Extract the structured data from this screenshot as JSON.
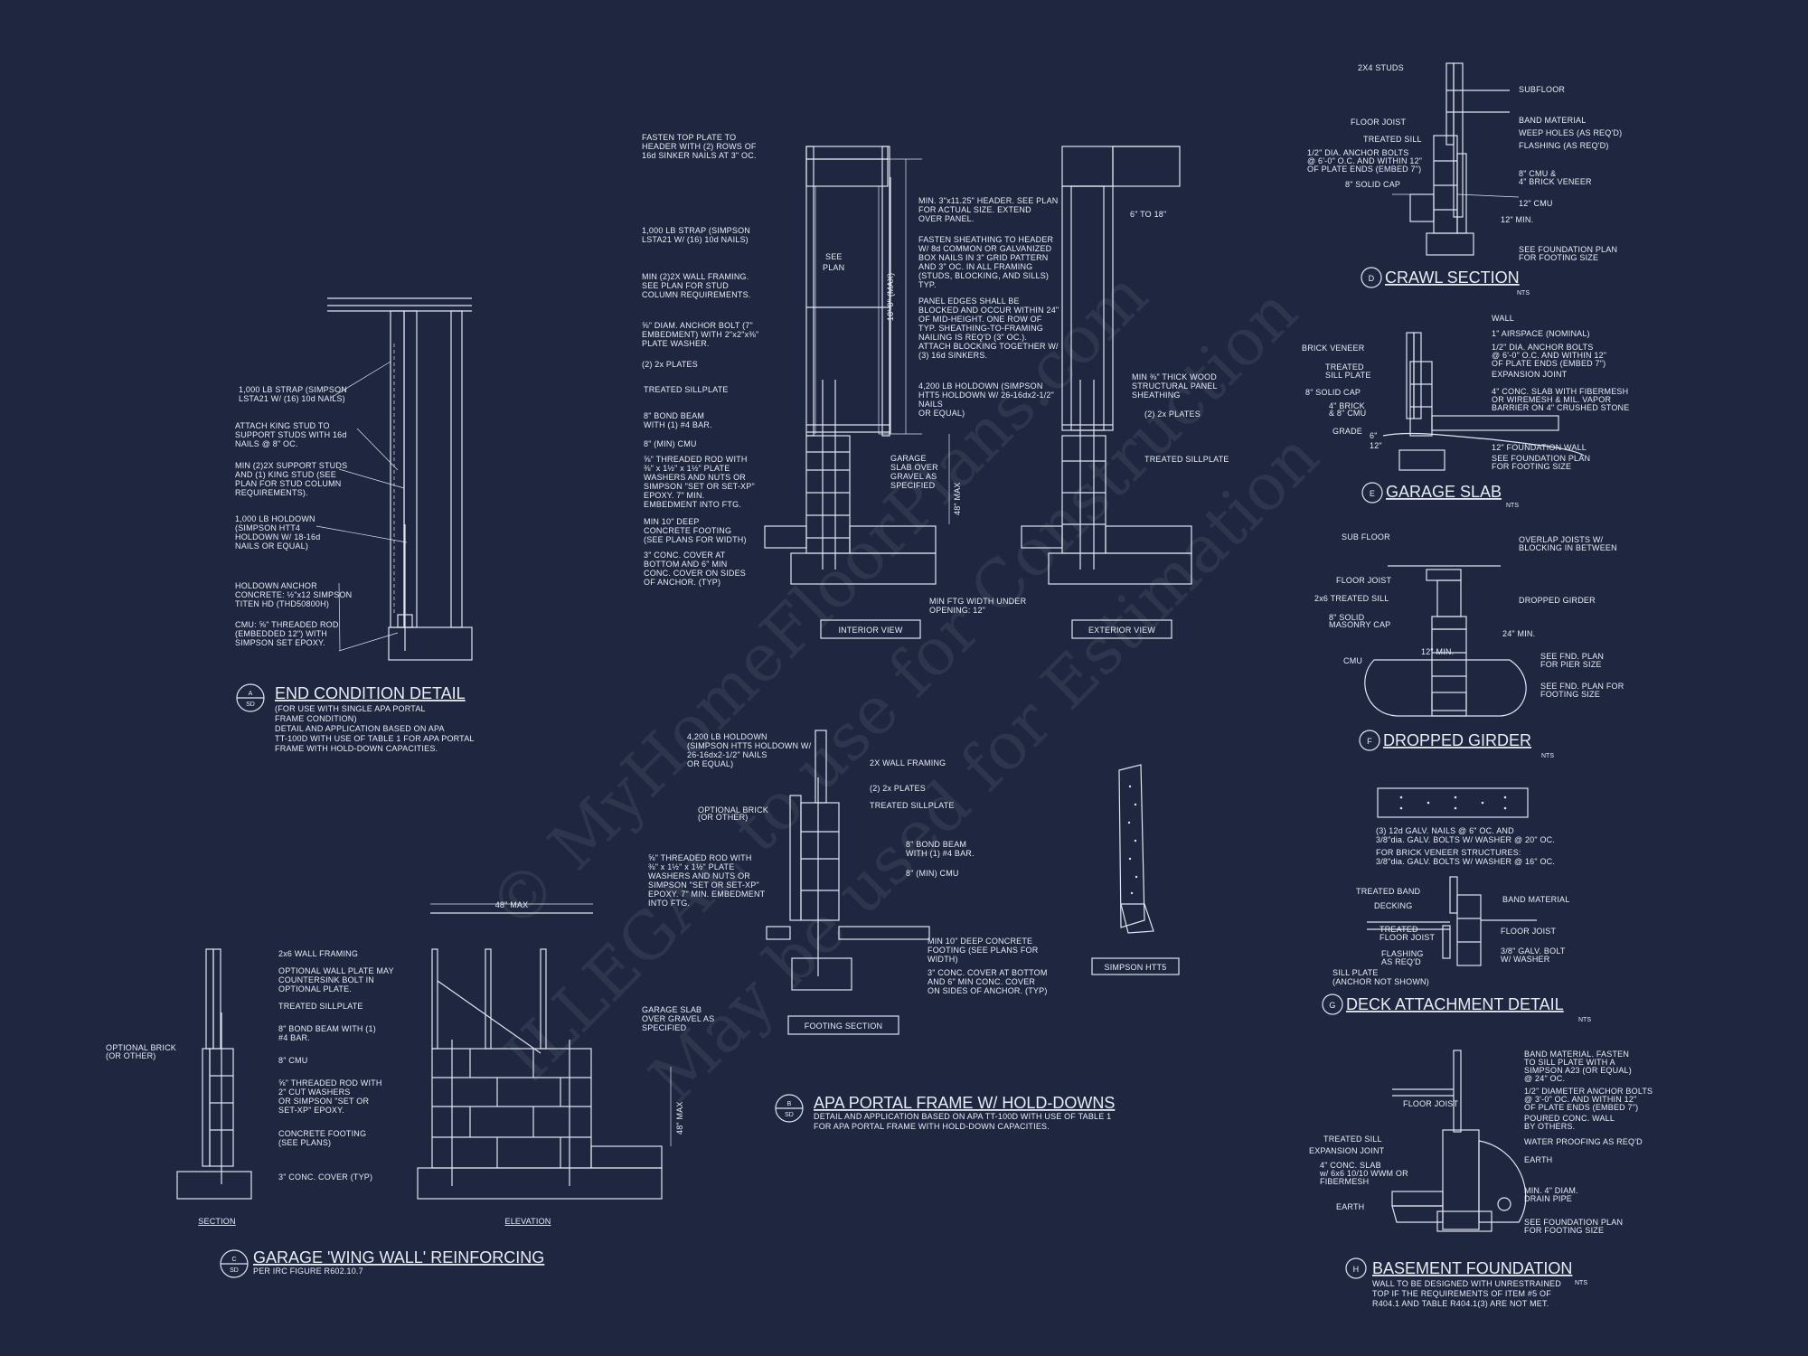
{
  "watermark": {
    "line1": "© MyHomeFloorPlans.com",
    "line2": "ILLEGAL to use for Construction",
    "line3": "May be used for Estimation"
  },
  "detailA": {
    "badge_top": "A",
    "badge_bottom": "SD",
    "title": "END CONDITION DETAIL",
    "desc1": "(FOR USE WITH SINGLE APA PORTAL",
    "desc2": "FRAME CONDITION)",
    "desc3": "DETAIL AND APPLICATION BASED ON APA",
    "desc4": "TT-100D WITH USE OF TABLE 1 FOR APA PORTAL",
    "desc5": "FRAME WITH HOLD-DOWN CAPACITIES.",
    "notes": [
      "1,000 LB STRAP (SIMPSON",
      "LSTA21 W/ (16) 10d NAILS)",
      "ATTACH KING STUD TO",
      "SUPPORT STUDS WITH 16d",
      "NAILS @ 8\" OC.",
      "MIN (2)2X SUPPORT STUDS",
      "AND (1) KING STUD (SEE",
      "PLAN FOR STUD COLUMN",
      "REQUIREMENTS).",
      "1,000 LB HOLDOWN",
      "(SIMPSON HTT4",
      "HOLDOWN W/ 18-16d",
      "NAILS OR EQUAL)",
      "HOLDOWN ANCHOR",
      "CONCRETE: ½\"x12 SIMPSON",
      "TITEN HD (THD50800H)",
      "CMU: ⅝\" THREADED ROD",
      "(EMBEDDED 12\") WITH",
      "SIMPSON SET EPOXY."
    ]
  },
  "detailB": {
    "badge_top": "B",
    "badge_bottom": "SD",
    "title": "APA PORTAL FRAME W/ HOLD-DOWNS",
    "desc1": "DETAIL AND APPLICATION BASED ON APA TT-100D WITH USE OF TABLE 1",
    "desc2": "FOR APA PORTAL FRAME WITH HOLD-DOWN CAPACITIES.",
    "interior_label": "INTERIOR VIEW",
    "exterior_label": "EXTERIOR VIEW",
    "footing_label": "FOOTING SECTION",
    "simpson_label": "SIMPSON HTT5",
    "interior_notes": [
      "FASTEN TOP PLATE TO",
      "HEADER WITH (2) ROWS OF",
      "16d SINKER NAILS AT 3\" OC.",
      "1,000 LB STRAP (SIMPSON",
      "LSTA21 W/ (16) 10d NAILS)",
      "MIN (2)2X WALL FRAMING.",
      "SEE PLAN FOR STUD",
      "COLUMN REQUIREMENTS.",
      "⅝\" DIAM. ANCHOR BOLT (7\"",
      "EMBEDMENT) WITH 2\"x2\"x⅜\"",
      "PLATE WASHER.",
      "(2) 2x PLATES",
      "TREATED SILLPLATE",
      "8\" BOND BEAM",
      "WITH (1) #4 BAR.",
      "8\" (MIN) CMU",
      "⅝\" THREADED ROD WITH",
      "⅜\" x 1½\" x 1½\" PLATE",
      "WASHERS AND NUTS OR",
      "SIMPSON \"SET OR SET-XP\"",
      "EPOXY.  7\" MIN.",
      "EMBEDMENT INTO FTG.",
      "MIN 10\" DEEP",
      "CONCRETE FOOTING",
      "(SEE PLANS FOR WIDTH)",
      "3\" CONC. COVER AT",
      "BOTTOM AND 6\" MIN",
      "CONC. COVER ON SIDES",
      "OF ANCHOR. (TYP)"
    ],
    "middle_notes": [
      "MIN. 3\"x11.25\" HEADER. SEE PLAN",
      "FOR ACTUAL SIZE. EXTEND",
      "OVER PANEL.",
      "FASTEN SHEATHING TO HEADER",
      "W/ 8d COMMON OR GALVANIZED",
      "BOX NAILS IN 3\" GRID PATTERN",
      "AND 3\" OC. IN ALL FRAMING",
      "(STUDS, BLOCKING, AND SILLS)",
      "TYP.",
      "PANEL EDGES SHALL BE",
      "BLOCKED AND OCCUR WITHIN 24\"",
      "OF MID-HEIGHT.  ONE ROW OF",
      "TYP. SHEATHING-TO-FRAMING",
      "NAILING IS REQ'D (3\" OC.).",
      "ATTACH BLOCKING TOGETHER W/",
      "(3) 16d SINKERS.",
      "4,200 LB HOLDOWN (SIMPSON",
      "HTT5 HOLDOWN W/ 26-16dx2-1/2\"",
      "NAILS",
      "OR EQUAL)",
      "GARAGE",
      "SLAB OVER",
      "GRAVEL AS",
      "SPECIFIED",
      "MIN FTG WIDTH UNDER",
      "OPENING: 12\"",
      "SEE",
      "PLAN",
      "10'-0\" (MAX)",
      "48\" MAX"
    ],
    "exterior_notes": [
      "6\" TO 18\"",
      "MIN ⅜\" THICK WOOD",
      "STRUCTURAL PANEL",
      "SHEATHING",
      "(2) 2x PLATES",
      "TREATED SILLPLATE"
    ],
    "footing_notes": [
      "4,200 LB HOLDOWN",
      "(SIMPSON HTT5 HOLDOWN W/",
      "26-16dx2-1/2\" NAILS",
      "OR EQUAL)",
      "2X WALL FRAMING",
      "(2) 2x PLATES",
      "TREATED SILLPLATE",
      "OPTIONAL BRICK",
      "(OR OTHER)",
      "8\" BOND BEAM",
      "WITH (1) #4 BAR.",
      "8\" (MIN) CMU",
      "⅝\" THREADED ROD WITH",
      "⅜\" x 1½\" x 1½\" PLATE",
      "WASHERS AND NUTS OR",
      "SIMPSON \"SET OR SET-XP\"",
      "EPOXY.  7\" MIN. EMBEDMENT",
      "INTO FTG.",
      "MIN 10\" DEEP CONCRETE",
      "FOOTING (SEE PLANS FOR",
      "WIDTH)",
      "3\" CONC. COVER AT BOTTOM",
      "AND 6\" MIN CONC. COVER",
      "ON SIDES OF ANCHOR. (TYP)"
    ]
  },
  "detailC": {
    "badge_top": "C",
    "badge_bottom": "SD",
    "title": "GARAGE 'WING WALL' REINFORCING",
    "subtitle": "PER IRC FIGURE R602.10.7",
    "section_label": "SECTION",
    "elevation_label": "ELEVATION",
    "dim_top": "48\" MAX",
    "dim_side": "48\" MAX",
    "notes": [
      "2x6 WALL FRAMING",
      "OPTIONAL WALL PLATE MAY",
      "COUNTERSINK BOLT IN",
      "OPTIONAL PLATE.",
      "TREATED SILLPLATE",
      "8\" BOND BEAM WITH (1)",
      "#4 BAR.",
      "8\" CMU",
      "⅝\" THREADED ROD WITH",
      "2\" CUT WASHERS",
      "OR SIMPSON \"SET OR",
      "SET-XP\" EPOXY.",
      "CONCRETE FOOTING",
      "(SEE PLANS)",
      "3\" CONC. COVER (TYP)",
      "OPTIONAL BRICK",
      "(OR OTHER)",
      "GARAGE SLAB",
      "OVER GRAVEL AS",
      "SPECIFIED"
    ]
  },
  "detailD": {
    "badge": "D",
    "title": "CRAWL SECTION",
    "nts": "NTS",
    "notes": [
      "2X4 STUDS",
      "SUBFLOOR",
      "FLOOR JOIST",
      "BAND MATERIAL",
      "TREATED SILL",
      "WEEP HOLES (AS REQ'D)",
      "FLASHING (AS REQ'D)",
      "1/2\" DIA. ANCHOR BOLTS",
      "@ 6'-0\" O.C. AND WITHIN 12\"",
      "OF PLATE ENDS (EMBED 7\")",
      "8\" CMU &",
      "4\" BRICK VENEER",
      "8\" SOLID CAP",
      "12\" CMU",
      "12\" MIN.",
      "SEE FOUNDATION PLAN",
      "FOR FOOTING SIZE"
    ]
  },
  "detailE": {
    "badge": "E",
    "title": "GARAGE SLAB",
    "nts": "NTS",
    "notes": [
      "WALL",
      "1\" AIRSPACE (NOMINAL)",
      "BRICK VENEER",
      "1/2\" DIA. ANCHOR BOLTS",
      "@ 6'-0\" O.C. AND WITHIN 12\"",
      "OF PLATE ENDS (EMBED 7\")",
      "TREATED",
      "SILL PLATE",
      "EXPANSION JOINT",
      "8\" SOLID CAP",
      "4\" CONC. SLAB WITH FIBERMESH",
      "OR WIREMESH & MIL. VAPOR",
      "BARRIER ON 4\" CRUSHED STONE",
      "4\" BRICK",
      "& 8\" CMU",
      "GRADE",
      "6\"",
      "12\"",
      "12\" FOUNDATION WALL",
      "SEE FOUNDATION PLAN",
      "FOR FOOTING SIZE"
    ]
  },
  "detailF": {
    "badge": "F",
    "title": "DROPPED GIRDER",
    "nts": "NTS",
    "notes": [
      "SUB FLOOR",
      "OVERLAP JOISTS W/",
      "BLOCKING IN BETWEEN",
      "FLOOR JOIST",
      "2x6 TREATED SILL",
      "DROPPED GIRDER",
      "8\" SOLID",
      "MASONRY CAP",
      "24\" MIN.",
      "12\" MIN.",
      "CMU",
      "SEE FND. PLAN",
      "FOR PIER SIZE",
      "SEE FND. PLAN FOR",
      "FOOTING SIZE"
    ]
  },
  "detailG": {
    "badge": "G",
    "title": "DECK ATTACHMENT DETAIL",
    "nts": "NTS",
    "notes": [
      "(3) 12d GALV. NAILS @ 6\" OC. AND",
      "3/8\"dia. GALV. BOLTS W/ WASHER @ 20\" OC.",
      "FOR BRICK VENEER STRUCTURES:",
      "3/8\"dia. GALV. BOLTS W/ WASHER @ 16\" OC.",
      "TREATED BAND",
      "BAND MATERIAL",
      "DECKING",
      "FLOOR JOIST",
      "TREATED",
      "FLOOR JOIST",
      "FLASHING",
      "AS REQ'D",
      "3/8\" GALV. BOLT",
      "W/ WASHER",
      "SILL PLATE",
      "(ANCHOR NOT SHOWN)"
    ]
  },
  "detailH": {
    "badge": "H",
    "title": "BASEMENT FOUNDATION",
    "nts": "NTS",
    "desc1": "WALL TO BE DESIGNED WITH UNRESTRAINED",
    "desc2": "TOP IF THE REQUIREMENTS OF ITEM #5 OF",
    "desc3": "R404.1 AND TABLE R404.1(3) ARE NOT MET.",
    "notes": [
      "BAND MATERIAL.  FASTEN",
      "TO SILL PLATE WITH A",
      "SIMPSON A23 (OR EQUAL)",
      "@ 24\" OC.",
      "FLOOR JOIST",
      "1/2\" DIAMETER ANCHOR BOLTS",
      "@ 3'-0\" OC. AND WITHIN 12\"",
      "OF PLATE ENDS (EMBED 7\")",
      "POURED CONC. WALL",
      "BY OTHERS.",
      "TREATED SILL",
      "EXPANSION JOINT",
      "WATER PROOFING AS REQ'D",
      "4\" CONC. SLAB",
      "w/ 6x6 10/10 WWM OR",
      "FIBERMESH",
      "EARTH",
      "MIN. 4\" DIAM.",
      "DRAIN PIPE",
      "EARTH",
      "SEE FOUNDATION PLAN",
      "FOR FOOTING SIZE"
    ]
  }
}
